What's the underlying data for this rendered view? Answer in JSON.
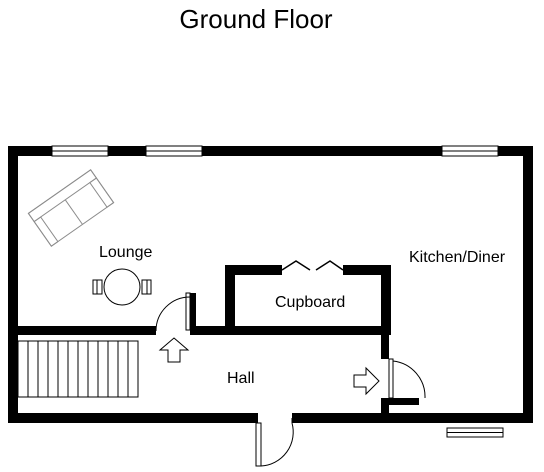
{
  "plan": {
    "title": "Ground Floor",
    "rooms": {
      "lounge": "Lounge",
      "kitchen_diner": "Kitchen/Diner",
      "cupboard": "Cupboard",
      "hall": "Hall"
    }
  },
  "colors": {
    "wall": "#000000",
    "background": "#ffffff",
    "furniture_stroke": "#8c8c8c"
  }
}
